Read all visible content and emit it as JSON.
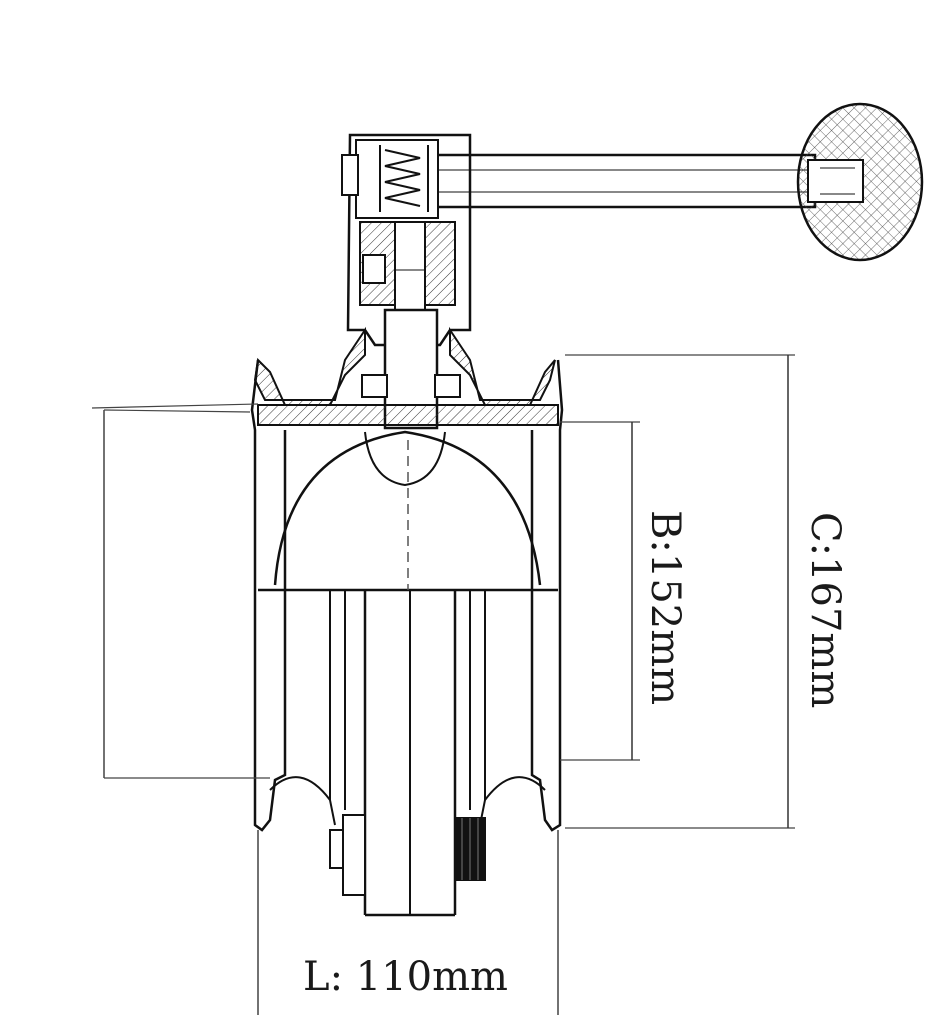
{
  "dimensions": {
    "b_label": "B:152mm",
    "c_label": "C:167mm",
    "l_label": "L: 110mm"
  },
  "colors": {
    "line": "#111111",
    "hatch": "#333333",
    "background": "#ffffff"
  }
}
